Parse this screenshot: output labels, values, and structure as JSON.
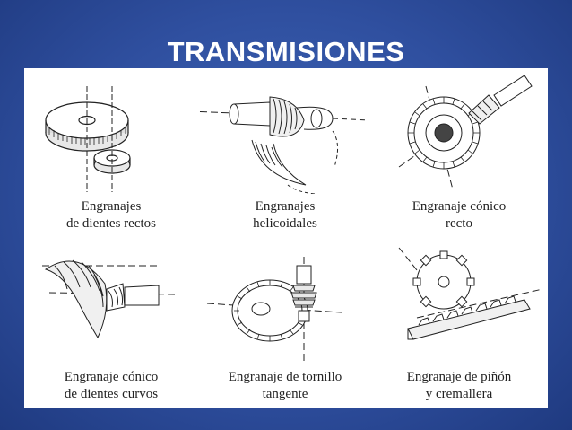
{
  "slide": {
    "title": "TRANSMISIONES"
  },
  "figure": {
    "items": [
      {
        "icon": "spur-gear-pair-icon",
        "lines": [
          "Engranajes",
          "de dientes rectos"
        ]
      },
      {
        "icon": "helical-gear-icon",
        "lines": [
          "Engranajes",
          "helicoidales"
        ]
      },
      {
        "icon": "straight-bevel-gear-icon",
        "lines": [
          "Engranaje cónico",
          "recto"
        ]
      },
      {
        "icon": "spiral-bevel-gear-icon",
        "lines": [
          "Engranaje cónico",
          "de dientes curvos"
        ]
      },
      {
        "icon": "worm-gear-icon",
        "lines": [
          "Engranaje de tornillo",
          "tangente"
        ]
      },
      {
        "icon": "rack-pinion-icon",
        "lines": [
          "Engranaje de piñón",
          "y cremallera"
        ]
      }
    ]
  }
}
